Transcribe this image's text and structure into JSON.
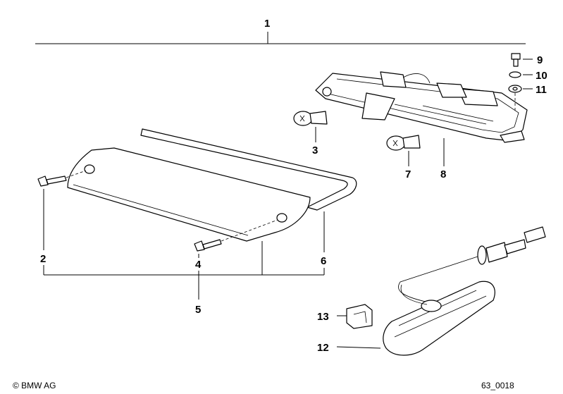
{
  "callouts": {
    "c1": "1",
    "c2": "2",
    "c3": "3",
    "c4": "4",
    "c5": "5",
    "c6": "6",
    "c7": "7",
    "c8": "8",
    "c9": "9",
    "c10": "10",
    "c11": "11",
    "c12": "12",
    "c13": "13"
  },
  "footer": {
    "copyright": "© BMW AG",
    "drawing_number": "63_0018"
  }
}
